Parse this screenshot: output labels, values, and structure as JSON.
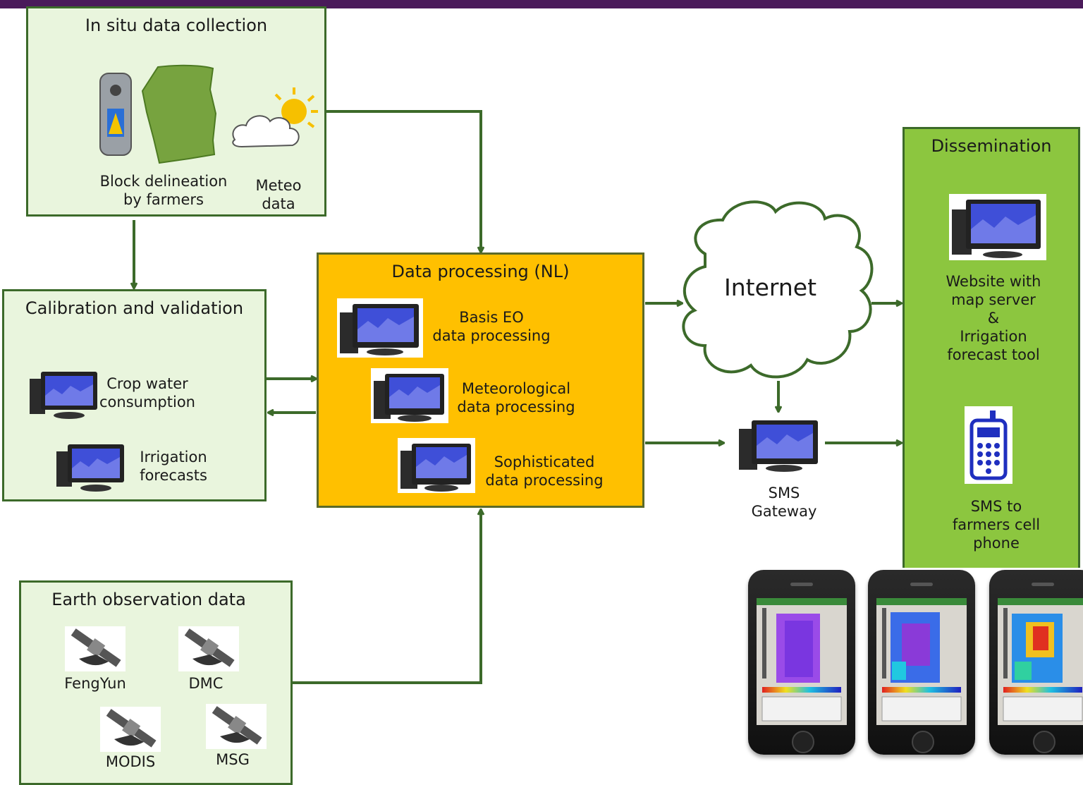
{
  "in_situ": {
    "title": "In situ data collection",
    "block_label": "Block delineation\nby farmers",
    "meteo_label": "Meteo\ndata"
  },
  "calibration": {
    "title": "Calibration and validation",
    "crop_label": "Crop water\nconsumption",
    "irrigation_label": "Irrigation\nforecasts"
  },
  "processing": {
    "title": "Data processing (NL)",
    "basis_label": "Basis EO\ndata processing",
    "meteo_label": "Meteorological\ndata processing",
    "soph_label": "Sophisticated\ndata processing"
  },
  "internet": {
    "label": "Internet"
  },
  "sms_gateway": {
    "label": "SMS\nGateway"
  },
  "dissemination": {
    "title": "Dissemination",
    "website_label": "Website with\nmap server\n&\nIrrigation\nforecast tool",
    "sms_label": "SMS to\nfarmers cell\nphone"
  },
  "earth_obs": {
    "title": "Earth observation data",
    "satellites": [
      "FengYun",
      "DMC",
      "MODIS",
      "MSG"
    ]
  },
  "colors": {
    "header_bar": "#4a1a5a",
    "arrow": "#3c6a2a",
    "light_box": "#e9f5dd",
    "processing_box": "#ffc000",
    "dissemination_box": "#8cc63f"
  },
  "icons": [
    "gps-device-icon",
    "field-block-icon",
    "sun-cloud-icon",
    "computer-monitor-icon",
    "satellite-icon",
    "cell-phone-icon",
    "smartphone-icon"
  ]
}
